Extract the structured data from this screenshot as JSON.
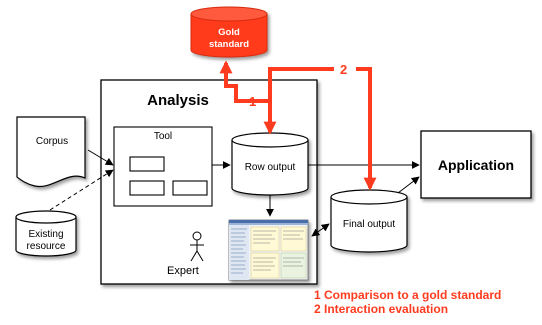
{
  "diagram": {
    "analysis_title": "Analysis",
    "tool_label": "Tool",
    "corpus_label": "Corpus",
    "existing_resource_lines": [
      "Existing",
      "resource"
    ],
    "gold_standard_lines": [
      "Gold",
      "standard"
    ],
    "row_output_label": "Row output",
    "final_output_label": "Final output",
    "application_label": "Application",
    "expert_label": "Expert",
    "marker_1": "1",
    "marker_2": "2"
  },
  "legend": {
    "item1": "1 Comparison to a gold standard",
    "item2": "2 Interaction evaluation"
  },
  "colors": {
    "accent": "#ff3b1f",
    "stroke": "#000000",
    "shadow": "#9a9a9a"
  }
}
